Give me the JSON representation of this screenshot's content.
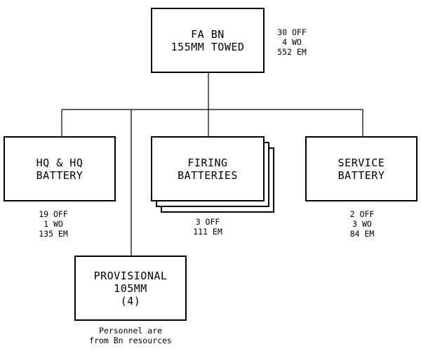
{
  "battalion": {
    "title": [
      "FA BN",
      "155MM TOWED"
    ],
    "strength": [
      "30 OFF",
      "4 WO",
      "552 EM"
    ]
  },
  "hq_battery": {
    "title": [
      "HQ & HQ",
      "BATTERY"
    ],
    "strength": [
      "19 OFF",
      "1 WO",
      "135 EM"
    ]
  },
  "firing_batteries": {
    "title": [
      "FIRING",
      "BATTERIES"
    ],
    "strength": [
      "3 OFF",
      "111 EM"
    ]
  },
  "service_battery": {
    "title": [
      "SERVICE",
      "BATTERY"
    ],
    "strength": [
      "2 OFF",
      "3 WO",
      "84 EM"
    ]
  },
  "provisional": {
    "title": [
      "PROVISIONAL",
      "105MM",
      "(4)"
    ],
    "note": [
      "Personnel are",
      "from Bn resources"
    ]
  }
}
